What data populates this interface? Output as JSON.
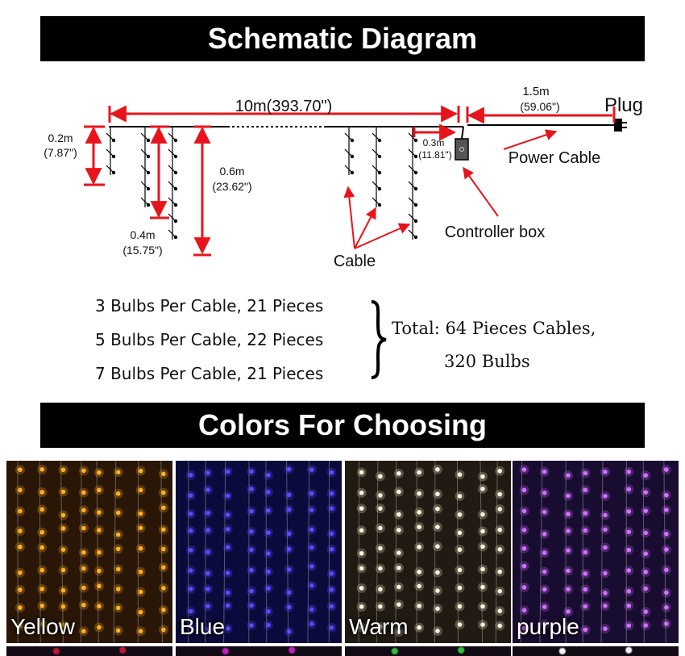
{
  "header": {
    "title": "Schematic Diagram"
  },
  "schematic": {
    "total_length": "10m(393.70\")",
    "power_cable_length": "1.5m",
    "power_cable_length_in": "(59.06\")",
    "plug": "Plug",
    "power_cable": "Power Cable",
    "spacing_m": "0.2m",
    "spacing_in": "(7.87\")",
    "short_drop_m": "0.4m",
    "short_drop_in": "(15.75\")",
    "long_drop_m": "0.6m",
    "long_drop_in": "(23.62\")",
    "lead_m": "0.3m",
    "lead_in": "(11.81\")",
    "controller": "Controller box",
    "cable": "Cable",
    "accent_color": "#e8141c"
  },
  "summary": {
    "lines": [
      "3 Bulbs Per Cable, 21 Pieces",
      "5 Bulbs Per Cable, 22 Pieces",
      "7 Bulbs Per Cable, 21 Pieces"
    ],
    "total_line1": "Total: 64 Pieces Cables,",
    "total_line2": "320 Bulbs"
  },
  "colors_section": {
    "title": "Colors For Choosing"
  },
  "colors": [
    {
      "label": "Yellow",
      "bulb": "#ffb020",
      "bg": "#2a1606"
    },
    {
      "label": "Blue",
      "bulb": "#5a4bff",
      "bg": "#0a0a3c"
    },
    {
      "label": "Warm",
      "bulb": "#fff2d8",
      "bg": "#201a12"
    },
    {
      "label": "purple",
      "bulb": "#d070ff",
      "bg": "#180c30"
    }
  ],
  "bottom_strip_colors": [
    "#c0183a",
    "#c020c0",
    "#30c040",
    "#f0f0f0"
  ]
}
